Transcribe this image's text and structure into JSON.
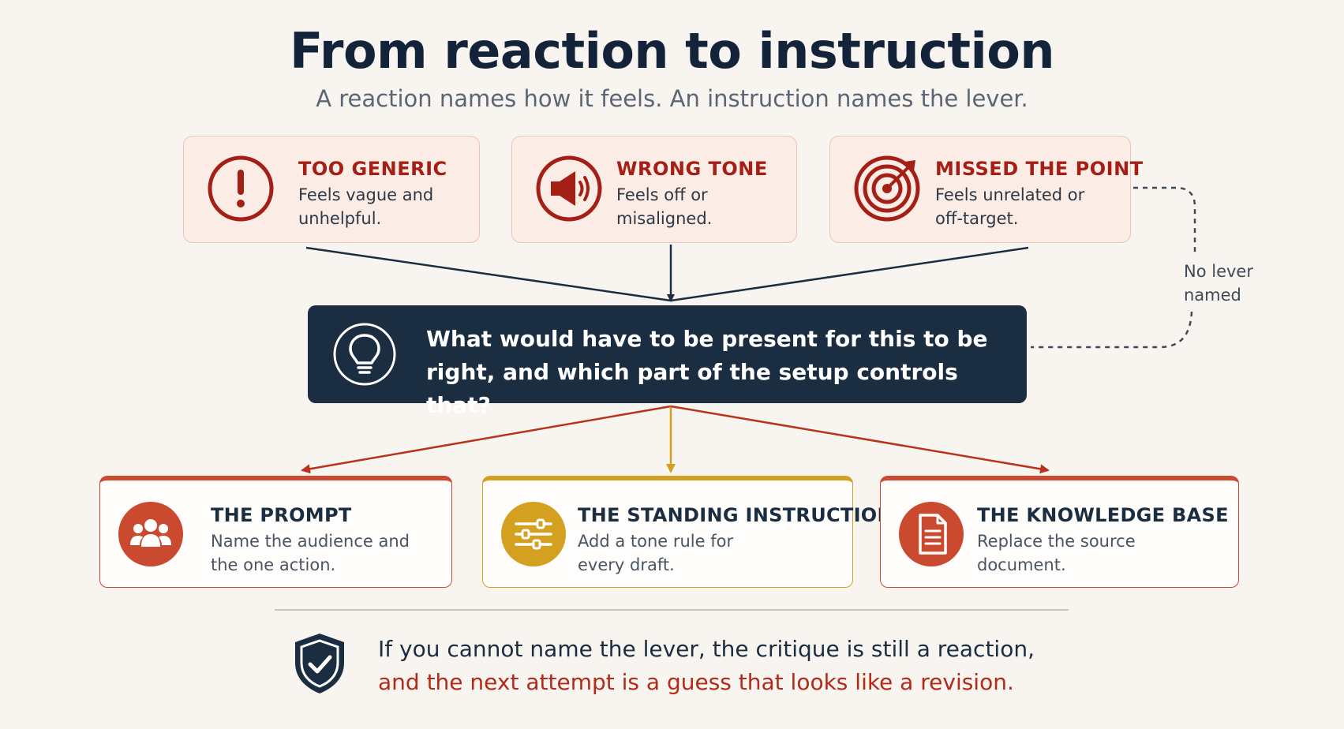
{
  "header": {
    "title": "From reaction to instruction",
    "subtitle": "A reaction names how it feels. An instruction names the lever."
  },
  "reactions": [
    {
      "title": "TOO GENERIC",
      "desc": "Feels vague and unhelpful.",
      "icon": "exclamation-icon"
    },
    {
      "title": "WRONG TONE",
      "desc": "Feels off or misaligned.",
      "icon": "megaphone-icon"
    },
    {
      "title": "MISSED THE POINT",
      "desc": "Feels unrelated or off-target.",
      "icon": "target-icon"
    }
  ],
  "question": {
    "text": "What would have to be present for this to be right, and which part of the setup controls that?",
    "icon": "lightbulb-icon"
  },
  "side_note": "No lever named",
  "levers": [
    {
      "title": "THE PROMPT",
      "desc": "Name the audience and the one action.",
      "icon": "people-icon",
      "color": "#c94a2f"
    },
    {
      "title": "THE STANDING INSTRUCTION",
      "desc": "Add a tone rule for every draft.",
      "icon": "sliders-icon",
      "color": "#d4a020"
    },
    {
      "title": "THE KNOWLEDGE BASE",
      "desc": "Replace the source document.",
      "icon": "document-icon",
      "color": "#c94a2f"
    }
  ],
  "footer": {
    "line1": "If you cannot name the lever, the critique is still a reaction,",
    "line2": "and the next attempt is a guess that looks like a revision.",
    "icon": "shield-check-icon"
  },
  "colors": {
    "navy": "#1b2d40",
    "red": "#a42016",
    "orange": "#c94a2f",
    "gold": "#d4a020",
    "background": "#f8f4ef"
  }
}
